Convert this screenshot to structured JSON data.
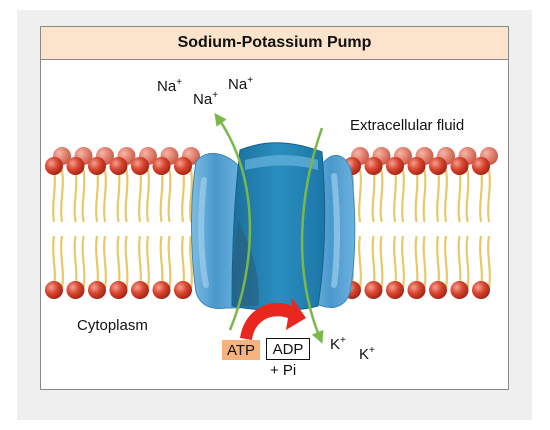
{
  "title": "Sodium-Potassium Pump",
  "labels": {
    "na": "Na",
    "k": "K",
    "plus": "+",
    "extracellular": "Extracellular fluid",
    "cytoplasm": "Cytoplasm",
    "atp": "ATP",
    "adp": "ADP",
    "pi": "+ Pi"
  },
  "colors": {
    "lipid_head": "#d9452f",
    "lipid_tail": "#e8c96a",
    "protein": "#5aa6d8",
    "channel": "#1e7fb0",
    "arrow_green": "#7bb84a",
    "arrow_red": "#e8281e",
    "atp_fill": "#f7b37e",
    "title_fill": "#fbe3cc"
  }
}
